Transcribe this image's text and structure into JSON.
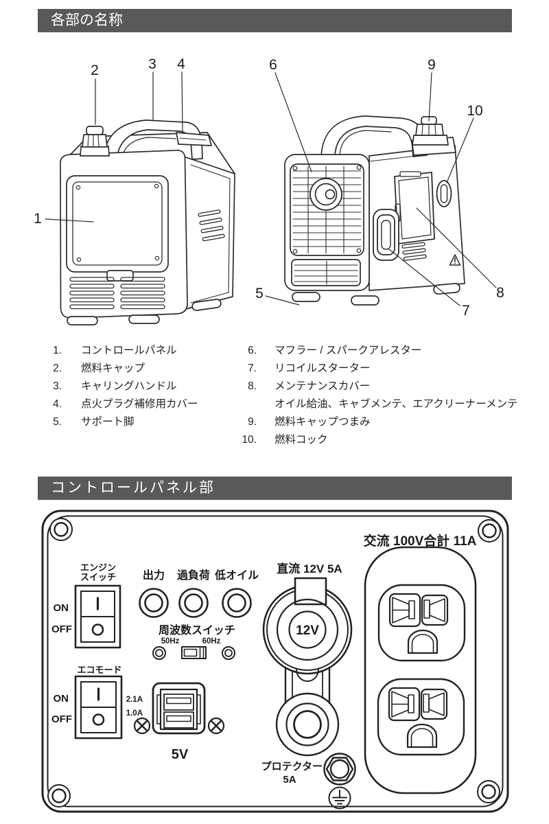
{
  "sections": {
    "parts": {
      "title": "各部の名称"
    },
    "panel": {
      "title": "コントロールパネル部"
    }
  },
  "parts_list": {
    "left": [
      {
        "num": "1.",
        "label": "コントロールパネル"
      },
      {
        "num": "2.",
        "label": "燃料キャップ"
      },
      {
        "num": "3.",
        "label": "キャリングハンドル"
      },
      {
        "num": "4.",
        "label": "点火プラグ補修用カバー"
      },
      {
        "num": "5.",
        "label": "サポート脚"
      }
    ],
    "right": [
      {
        "num": "6.",
        "label": "マフラー / スパークアレスター"
      },
      {
        "num": "7.",
        "label": "リコイルスターター"
      },
      {
        "num": "8.",
        "label": "メンテナンスカバー"
      },
      {
        "num": "",
        "label": "オイル給油、キャブメンテ、エアクリーナーメンテ"
      },
      {
        "num": "9.",
        "label": "燃料キャップつまみ"
      },
      {
        "num": "10.",
        "label": "燃料コック"
      }
    ]
  },
  "callouts": {
    "n1": "1",
    "n2": "2",
    "n3": "3",
    "n4": "4",
    "n5": "5",
    "n6": "6",
    "n7": "7",
    "n8": "8",
    "n9": "9",
    "n10": "10"
  },
  "panel": {
    "ac_rating": "交流 100V合計 11A",
    "dc_rating": "直流 12V 5A",
    "dc_socket_label": "12V",
    "engine_switch": {
      "label_line1": "エンジン",
      "label_line2": "スイッチ",
      "on": "ON",
      "off": "OFF"
    },
    "eco_switch": {
      "label": "エコモード",
      "on": "ON",
      "off": "OFF"
    },
    "indicators": {
      "output": "出力",
      "overload": "過負荷",
      "low_oil": "低オイル"
    },
    "frequency_switch": {
      "label": "周波数スイッチ",
      "hz50": "50Hz",
      "hz60": "60Hz"
    },
    "usb": {
      "amp_high": "2.1A",
      "amp_low": "1.0A",
      "voltage": "5V"
    },
    "protector": {
      "label": "プロテクター",
      "rating": "5A"
    }
  },
  "colors": {
    "header_bg": "#595959",
    "header_text": "#ffffff",
    "line": "#2b2b2b",
    "text": "#231f20"
  }
}
